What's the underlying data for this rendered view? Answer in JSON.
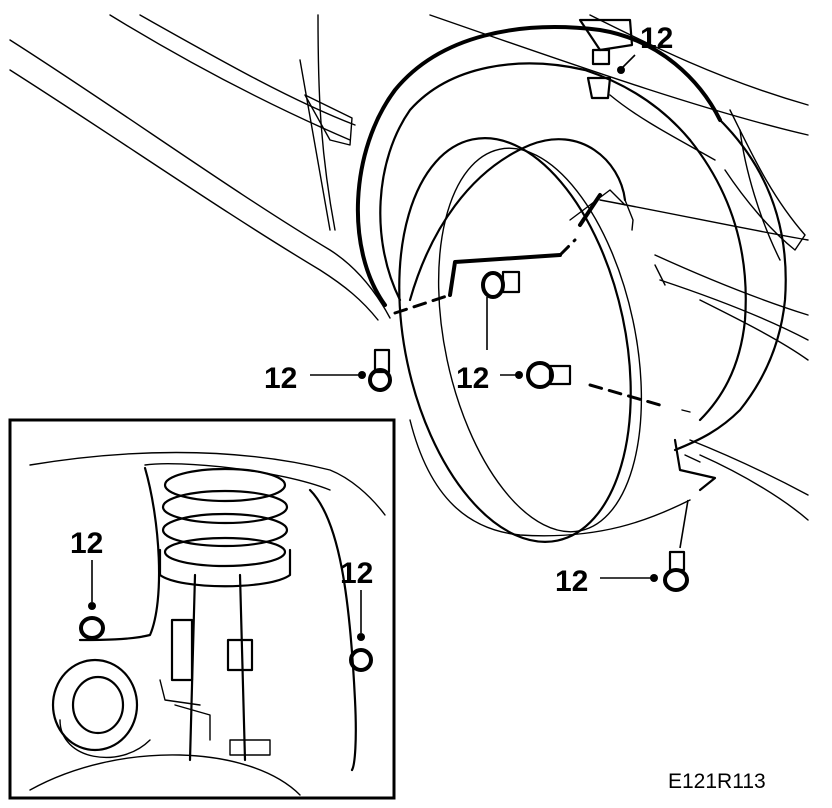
{
  "diagram": {
    "figure_id": "E121R113",
    "callouts": [
      {
        "id": "top",
        "label": "12"
      },
      {
        "id": "left-bolt",
        "label": "12"
      },
      {
        "id": "center-bolt",
        "label": "12"
      },
      {
        "id": "bottom-right",
        "label": "12"
      },
      {
        "id": "inset-left",
        "label": "12"
      },
      {
        "id": "inset-right",
        "label": "12"
      }
    ]
  }
}
